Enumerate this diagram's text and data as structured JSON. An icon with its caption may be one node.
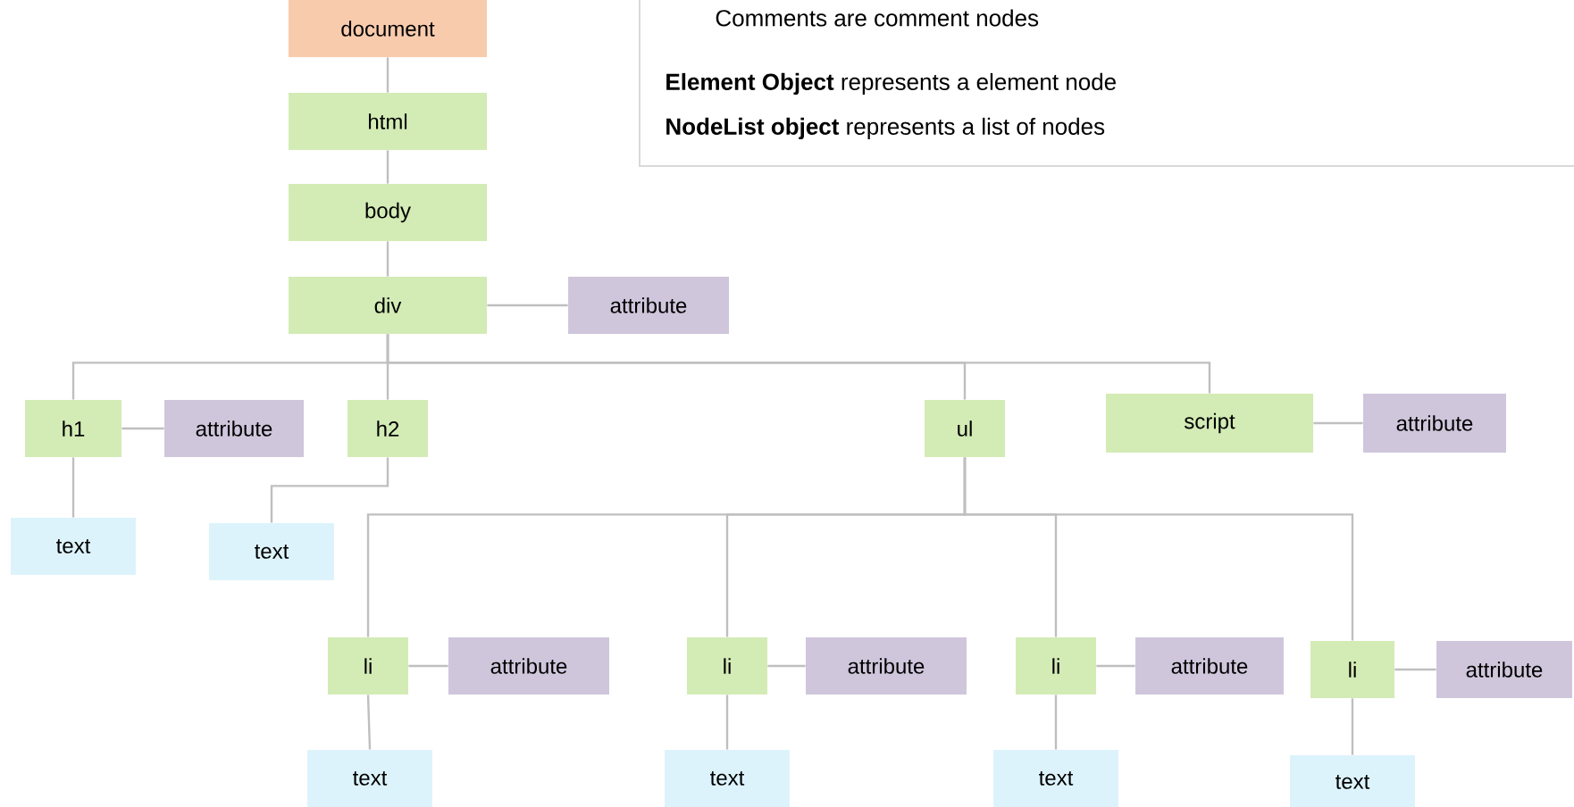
{
  "diagram": {
    "nodes": [
      {
        "text": [
          "document"
        ]
      },
      {
        "text": [
          "html"
        ]
      },
      {
        "text": [
          "body"
        ]
      },
      {
        "text": [
          "div"
        ]
      },
      {
        "text": [
          "attribute"
        ]
      },
      {
        "text": [
          "h1"
        ]
      },
      {
        "text": [
          "attribute"
        ]
      },
      {
        "text": [
          "h2"
        ]
      },
      {
        "text": [
          "ul"
        ]
      },
      {
        "text": [
          "script"
        ]
      },
      {
        "text": [
          "attribute"
        ]
      },
      {
        "text": [
          "text"
        ]
      },
      {
        "text": [
          "text"
        ]
      },
      {
        "text": [
          "li"
        ]
      },
      {
        "text": [
          "attribute"
        ]
      },
      {
        "text": [
          "li"
        ]
      },
      {
        "text": [
          "attribute"
        ]
      },
      {
        "text": [
          "li"
        ]
      },
      {
        "text": [
          "attribute"
        ]
      },
      {
        "text": [
          "li"
        ]
      },
      {
        "text": [
          "attribute"
        ]
      },
      {
        "text": [
          "text"
        ]
      },
      {
        "text": [
          "text"
        ]
      },
      {
        "text": [
          "text"
        ]
      },
      {
        "text": [
          "text"
        ]
      },
      {
        "text": [
          "Comments are comment nodes",
          "**Element Object** represents a element node",
          "**NodeList object** represents a list of nodes"
        ]
      }
    ],
    "edges": [
      {
        "from": 0,
        "to": 1,
        "arrow": "none"
      },
      {
        "from": 1,
        "to": 2,
        "arrow": "none"
      },
      {
        "from": 2,
        "to": 3,
        "arrow": "none"
      },
      {
        "from": 3,
        "to": 4,
        "arrow": "none"
      },
      {
        "from": 3,
        "to": 5,
        "arrow": "none"
      },
      {
        "from": 3,
        "to": 7,
        "arrow": "none"
      },
      {
        "from": 3,
        "to": 8,
        "arrow": "none"
      },
      {
        "from": 3,
        "to": 9,
        "arrow": "none"
      },
      {
        "from": 5,
        "to": 6,
        "arrow": "none"
      },
      {
        "from": 9,
        "to": 10,
        "arrow": "none"
      },
      {
        "from": 5,
        "to": 11,
        "arrow": "none"
      },
      {
        "from": 7,
        "to": 12,
        "arrow": "none"
      },
      {
        "from": 8,
        "to": 13,
        "arrow": "none"
      },
      {
        "from": 8,
        "to": 15,
        "arrow": "none"
      },
      {
        "from": 8,
        "to": 17,
        "arrow": "none"
      },
      {
        "from": 8,
        "to": 19,
        "arrow": "none"
      },
      {
        "from": 13,
        "to": 14,
        "arrow": "none"
      },
      {
        "from": 15,
        "to": 16,
        "arrow": "none"
      },
      {
        "from": 17,
        "to": 18,
        "arrow": "none"
      },
      {
        "from": 19,
        "to": 20,
        "arrow": "none"
      },
      {
        "from": 13,
        "to": 21,
        "arrow": "none"
      },
      {
        "from": 15,
        "to": 22,
        "arrow": "none"
      },
      {
        "from": 17,
        "to": 23,
        "arrow": "none"
      },
      {
        "from": 19,
        "to": 24,
        "arrow": "none"
      }
    ]
  }
}
